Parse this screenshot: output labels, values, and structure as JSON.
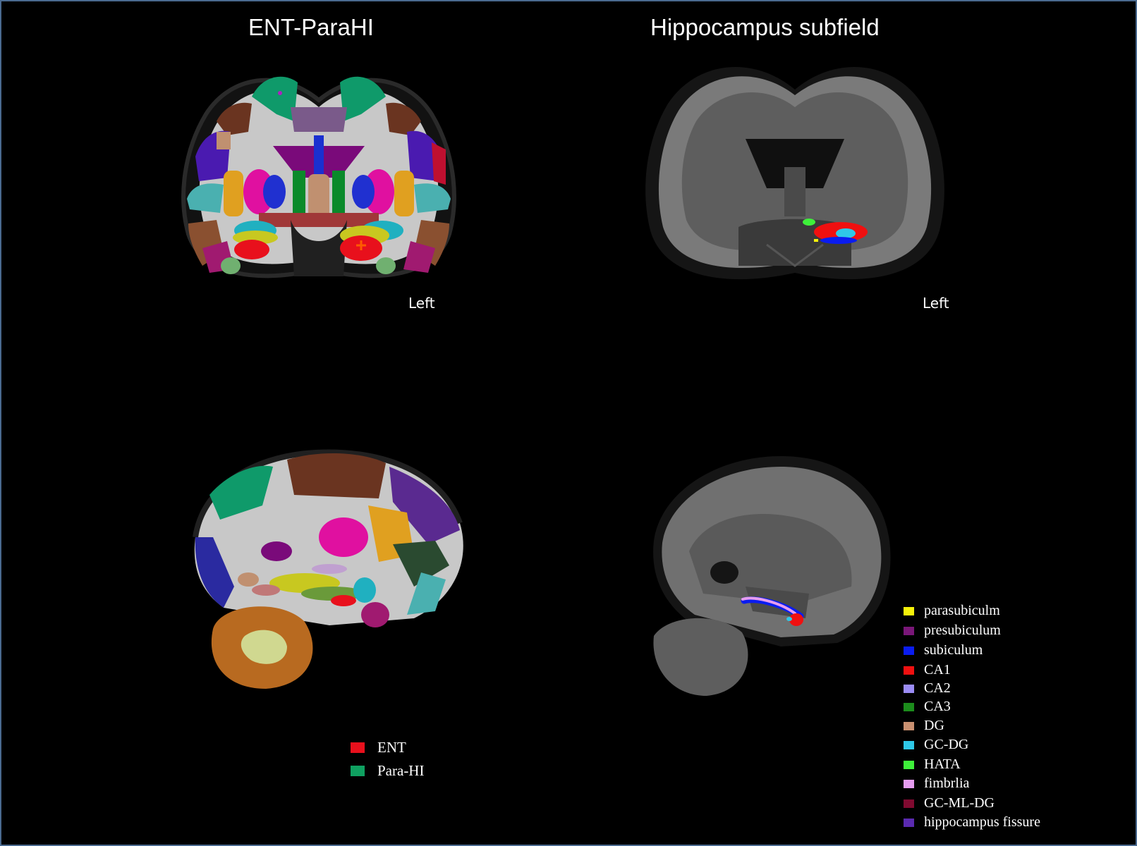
{
  "titles": {
    "left": "ENT-ParaHI",
    "right": "Hippocampus subfield"
  },
  "orientation_labels": {
    "top_left": "Left",
    "top_right": "Left"
  },
  "legend_ent_parahi": [
    {
      "label": "ENT",
      "color": "#e8101c"
    },
    {
      "label": "Para-HI",
      "color": "#0fa060"
    }
  ],
  "legend_hippocampus": [
    {
      "label": "parasubiculm",
      "color": "#f5f10a"
    },
    {
      "label": "presubiculum",
      "color": "#7a1778"
    },
    {
      "label": "subiculum",
      "color": "#0a1cf0"
    },
    {
      "label": "CA1",
      "color": "#f01010"
    },
    {
      "label": "CA2",
      "color": "#9b8cf5"
    },
    {
      "label": "CA3",
      "color": "#1c8c1c"
    },
    {
      "label": "DG",
      "color": "#c99070"
    },
    {
      "label": "GC-DG",
      "color": "#2ec8e8"
    },
    {
      "label": "HATA",
      "color": "#3ef03a"
    },
    {
      "label": "fimbrlia",
      "color": "#e69cf0"
    },
    {
      "label": "GC-ML-DG",
      "color": "#800a30"
    },
    {
      "label": "hippocampus fissure",
      "color": "#5a2ab0"
    }
  ]
}
